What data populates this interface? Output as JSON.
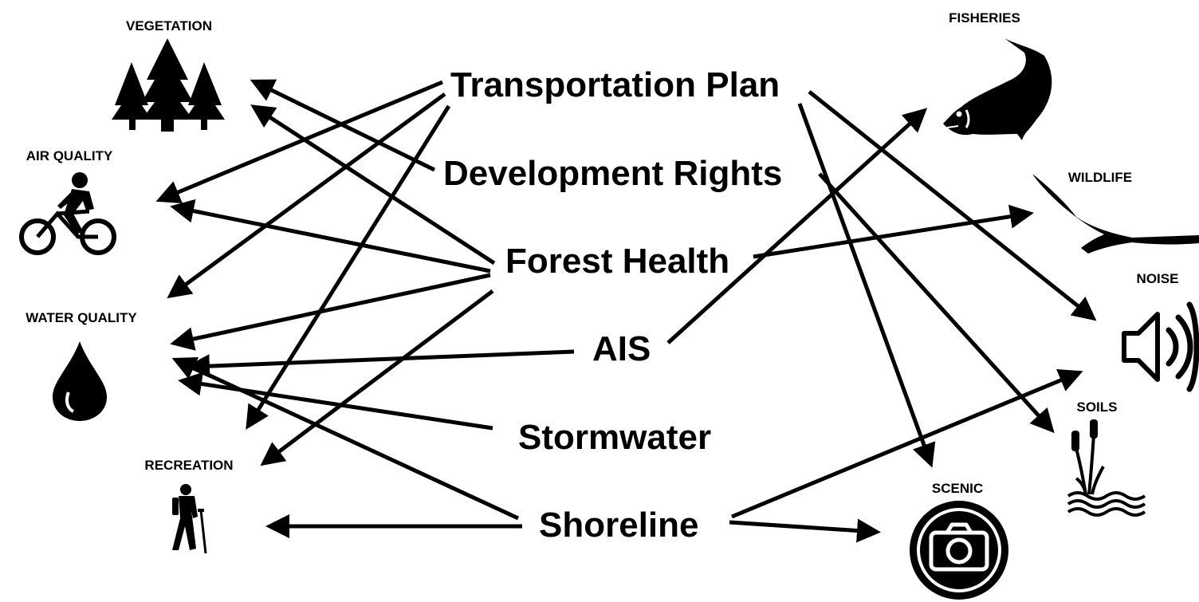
{
  "programs": {
    "transportation_plan": "Transportation Plan",
    "development_rights": "Development Rights",
    "forest_health": "Forest Health",
    "ais": "AIS",
    "stormwater": "Stormwater",
    "shoreline": "Shoreline"
  },
  "categories": {
    "vegetation": "VEGETATION",
    "air_quality": "AIR QUALITY",
    "water_quality": "WATER QUALITY",
    "recreation": "RECREATION",
    "fisheries": "FISHERIES",
    "wildlife": "WILDLIFE",
    "noise": "NOISE",
    "soils": "SOILS",
    "scenic": "SCENIC"
  },
  "icons": {
    "vegetation": "trees-icon",
    "air_quality": "cyclist-icon",
    "water_quality": "water-drop-icon",
    "recreation": "hiker-icon",
    "fisheries": "fish-icon",
    "wildlife": "bird-icon",
    "noise": "speaker-icon",
    "soils": "cattail-icon",
    "scenic": "camera-icon"
  },
  "links": [
    {
      "from": "Transportation Plan",
      "to": "AIR QUALITY"
    },
    {
      "from": "Transportation Plan",
      "to": "WATER QUALITY"
    },
    {
      "from": "Transportation Plan",
      "to": "RECREATION"
    },
    {
      "from": "Transportation Plan",
      "to": "NOISE"
    },
    {
      "from": "Transportation Plan",
      "to": "SCENIC"
    },
    {
      "from": "Development Rights",
      "to": "VEGETATION"
    },
    {
      "from": "Development Rights",
      "to": "SOILS"
    },
    {
      "from": "Forest Health",
      "to": "VEGETATION"
    },
    {
      "from": "Forest Health",
      "to": "AIR QUALITY"
    },
    {
      "from": "Forest Health",
      "to": "WATER QUALITY"
    },
    {
      "from": "Forest Health",
      "to": "RECREATION"
    },
    {
      "from": "Forest Health",
      "to": "WILDLIFE"
    },
    {
      "from": "AIS",
      "to": "WATER QUALITY"
    },
    {
      "from": "AIS",
      "to": "FISHERIES"
    },
    {
      "from": "Stormwater",
      "to": "WATER QUALITY"
    },
    {
      "from": "Shoreline",
      "to": "WATER QUALITY"
    },
    {
      "from": "Shoreline",
      "to": "RECREATION"
    },
    {
      "from": "Shoreline",
      "to": "SCENIC"
    },
    {
      "from": "Shoreline",
      "to": "NOISE"
    }
  ]
}
